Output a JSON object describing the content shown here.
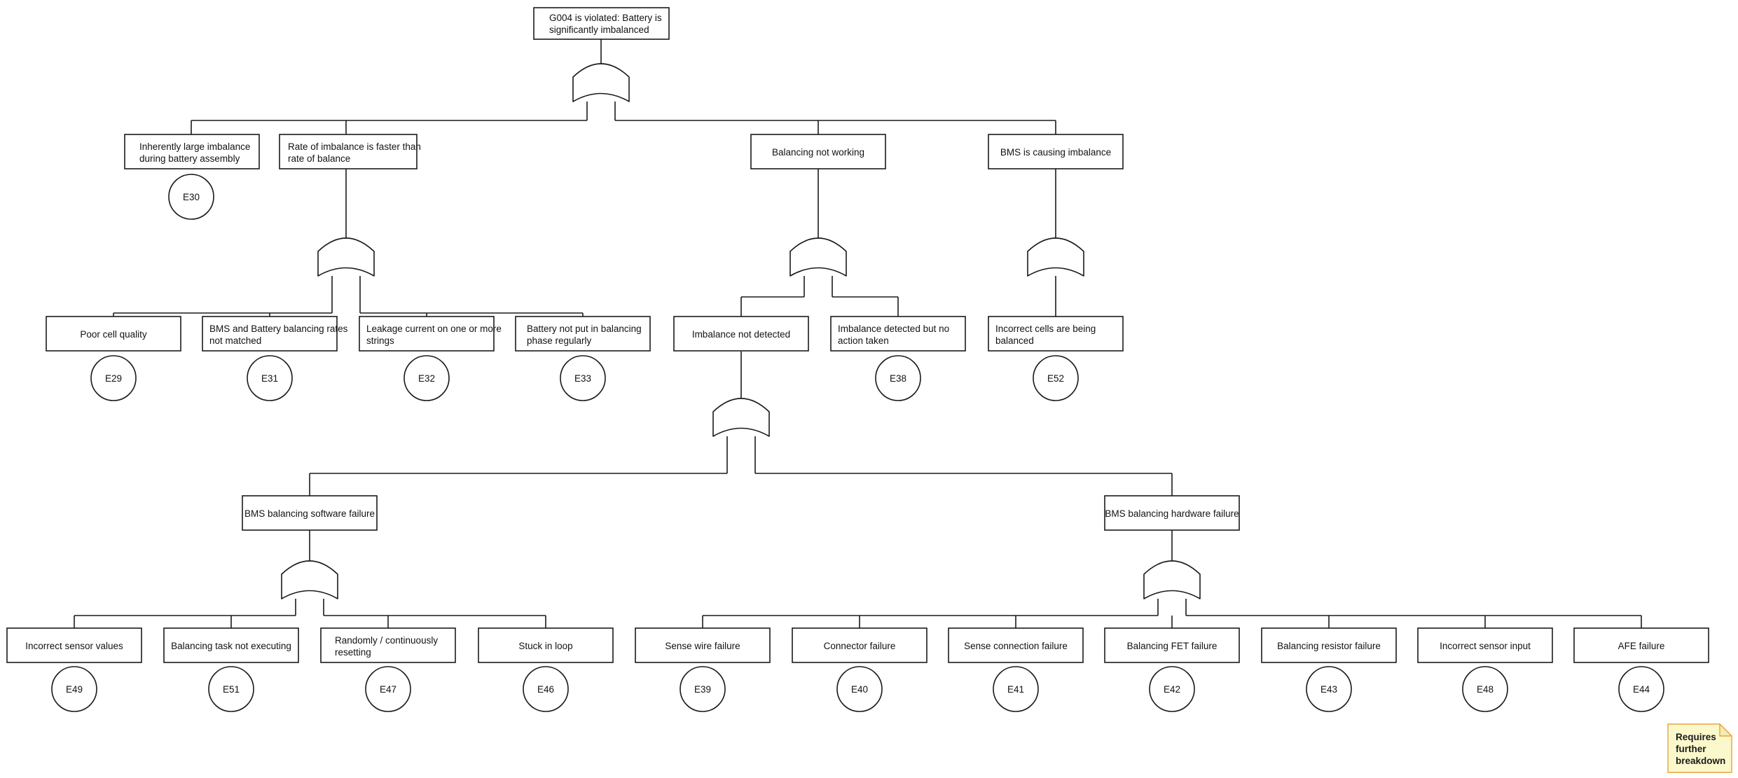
{
  "diagram": {
    "type": "fault-tree",
    "gate_type": "OR",
    "colors": {
      "stroke": "#1a1a1a",
      "box_fill": "#ffffff",
      "note_fill": "#fbf8cc",
      "note_border": "#e8a33d",
      "background": "#ffffff"
    }
  },
  "nodes": {
    "top_event": {
      "label": "G004 is violated: Battery is significantly imbalanced"
    },
    "level2": [
      {
        "label": "Inherently large imbalance during battery assembly"
      },
      {
        "label": "Rate of imbalance is faster than rate of balance"
      },
      {
        "label": "Balancing not working"
      },
      {
        "label": "BMS is causing imbalance"
      }
    ],
    "level3": [
      {
        "label": "Poor cell quality"
      },
      {
        "label": "BMS and Battery balancing rates not matched"
      },
      {
        "label": "Leakage current on one or more strings"
      },
      {
        "label": "Battery not put in balancing phase regularly"
      },
      {
        "label": "Imbalance not detected"
      },
      {
        "label": "Imbalance detected but no action taken"
      },
      {
        "label": "Incorrect cells are being balanced"
      }
    ],
    "level4": [
      {
        "label": "BMS balancing software failure"
      },
      {
        "label": "BMS balancing hardware failure"
      }
    ],
    "level5": [
      {
        "label": "Incorrect sensor values"
      },
      {
        "label": "Balancing task not executing"
      },
      {
        "label": "Randomly / continuously resetting"
      },
      {
        "label": "Stuck in loop"
      },
      {
        "label": "Sense wire failure"
      },
      {
        "label": "Connector failure"
      },
      {
        "label": "Sense connection failure"
      },
      {
        "label": "Balancing FET failure"
      },
      {
        "label": "Balancing resistor failure"
      },
      {
        "label": "Incorrect sensor input"
      },
      {
        "label": "AFE failure"
      }
    ]
  },
  "basic_events": {
    "e30": {
      "id": "E30"
    },
    "e29": {
      "id": "E29"
    },
    "e31": {
      "id": "E31"
    },
    "e32": {
      "id": "E32"
    },
    "e33": {
      "id": "E33"
    },
    "e38": {
      "id": "E38"
    },
    "e52": {
      "id": "E52"
    },
    "e49": {
      "id": "E49"
    },
    "e51": {
      "id": "E51"
    },
    "e47": {
      "id": "E47"
    },
    "e46": {
      "id": "E46"
    },
    "e39": {
      "id": "E39"
    },
    "e40": {
      "id": "E40"
    },
    "e41": {
      "id": "E41"
    },
    "e42": {
      "id": "E42"
    },
    "e43": {
      "id": "E43"
    },
    "e48": {
      "id": "E48"
    },
    "e44": {
      "id": "E44"
    }
  },
  "note": {
    "line1": "Requires",
    "line2": "further",
    "line3": "breakdown"
  }
}
